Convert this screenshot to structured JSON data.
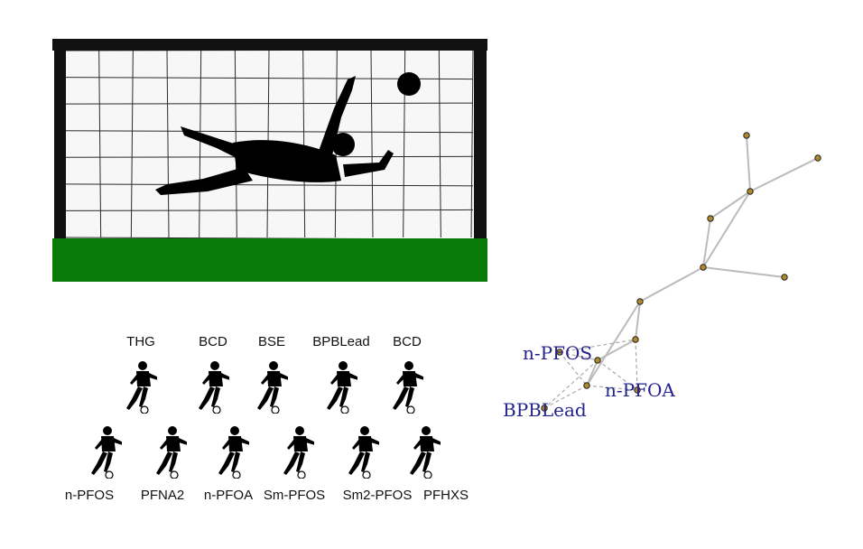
{
  "top_row_labels": [
    "THG",
    "BCD",
    "BSE",
    "BPBLead",
    "BCD"
  ],
  "bottom_row_labels": [
    "n-PFOS",
    "PFNA2",
    "n-PFOA",
    "Sm-PFOS",
    "Sm2-PFOS",
    "PFHXS"
  ],
  "graph_labels": [
    "n-PFOS",
    "n-PFOA",
    "BPBLead"
  ],
  "colors": {
    "goal_frame": "#111111",
    "grass": "#087a08",
    "net_line": "#2b2b2b",
    "graph_edge": "#bbbbbb",
    "node_fill": "#b08a2a",
    "label_color": "#23238e"
  },
  "icons": [
    "goalkeeper-silhouette-icon",
    "ball-icon",
    "player-kicking-icon"
  ]
}
